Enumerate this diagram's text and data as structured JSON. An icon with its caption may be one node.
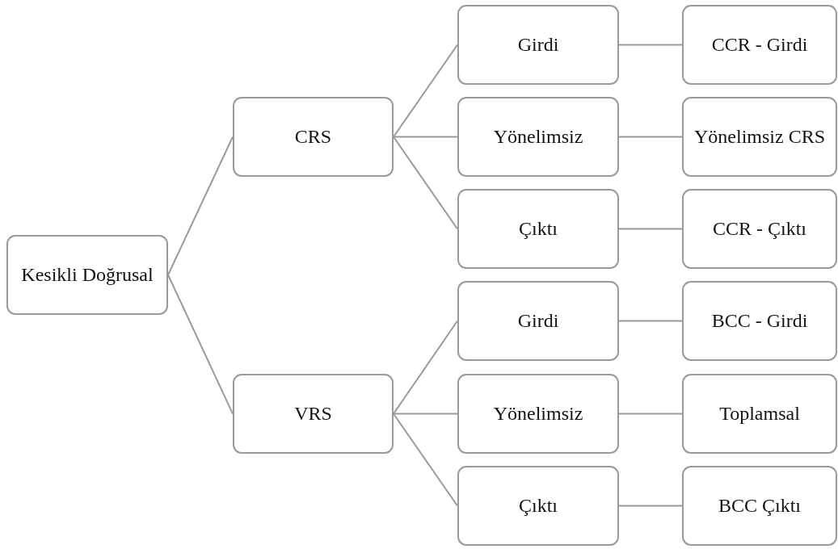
{
  "diagram": {
    "nodes": [
      {
        "text": [
          "Kesikli Doğrusal"
        ]
      },
      {
        "text": [
          "CRS"
        ]
      },
      {
        "text": [
          "VRS"
        ]
      },
      {
        "text": [
          "Girdi"
        ]
      },
      {
        "text": [
          "Yönelimsiz"
        ]
      },
      {
        "text": [
          "Çıktı"
        ]
      },
      {
        "text": [
          "Girdi"
        ]
      },
      {
        "text": [
          "Yönelimsiz"
        ]
      },
      {
        "text": [
          "Çıktı"
        ]
      },
      {
        "text": [
          "CCR - Girdi"
        ]
      },
      {
        "text": [
          "Yönelimsiz CRS"
        ]
      },
      {
        "text": [
          "CCR - Çıktı"
        ]
      },
      {
        "text": [
          "BCC - Girdi"
        ]
      },
      {
        "text": [
          "Toplamsal"
        ]
      },
      {
        "text": [
          "BCC Çıktı"
        ]
      }
    ],
    "edges": [
      {
        "from": 0,
        "to": 1,
        "arrow": "none"
      },
      {
        "from": 0,
        "to": 2,
        "arrow": "none"
      },
      {
        "from": 1,
        "to": 3,
        "arrow": "none"
      },
      {
        "from": 1,
        "to": 4,
        "arrow": "none"
      },
      {
        "from": 1,
        "to": 5,
        "arrow": "none"
      },
      {
        "from": 2,
        "to": 6,
        "arrow": "none"
      },
      {
        "from": 2,
        "to": 7,
        "arrow": "none"
      },
      {
        "from": 2,
        "to": 8,
        "arrow": "none"
      },
      {
        "from": 3,
        "to": 9,
        "arrow": "none"
      },
      {
        "from": 4,
        "to": 10,
        "arrow": "none"
      },
      {
        "from": 5,
        "to": 11,
        "arrow": "none"
      },
      {
        "from": 6,
        "to": 12,
        "arrow": "none"
      },
      {
        "from": 7,
        "to": 13,
        "arrow": "none"
      },
      {
        "from": 8,
        "to": 14,
        "arrow": "none"
      }
    ]
  }
}
